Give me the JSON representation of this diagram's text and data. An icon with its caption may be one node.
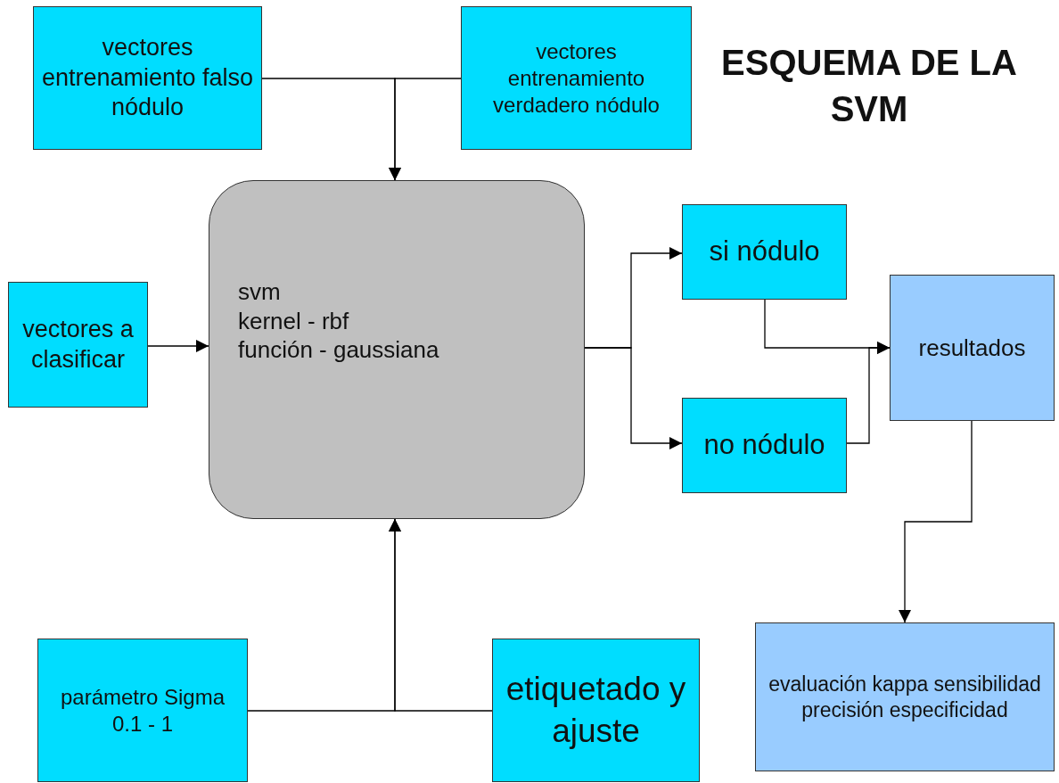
{
  "diagram": {
    "title": "ESQUEMA DE LA SVM",
    "nodes": [
      {
        "text": [
          "vectores entrenamiento falso nódulo"
        ]
      },
      {
        "text": [
          "vectores entrenamiento verdadero nódulo"
        ]
      },
      {
        "text": [
          "svm",
          "kernel - rbf",
          "función - gaussiana"
        ]
      },
      {
        "text": [
          "vectores a clasificar"
        ]
      },
      {
        "text": [
          "si nódulo"
        ]
      },
      {
        "text": [
          "no nódulo"
        ]
      },
      {
        "text": [
          "resultados"
        ]
      },
      {
        "text": [
          "evaluación kappa sensibilidad precisión especificidad"
        ]
      },
      {
        "text": [
          "parámetro Sigma 0.1 - 1"
        ]
      },
      {
        "text": [
          "etiquetado y ajuste"
        ]
      }
    ],
    "edges": [
      {
        "from": 0,
        "to": 2,
        "arrow": "to"
      },
      {
        "from": 1,
        "to": 2,
        "arrow": "to"
      },
      {
        "from": 3,
        "to": 2,
        "arrow": "to"
      },
      {
        "from": 2,
        "to": 4,
        "arrow": "to"
      },
      {
        "from": 2,
        "to": 5,
        "arrow": "to"
      },
      {
        "from": 4,
        "to": 6,
        "arrow": "to"
      },
      {
        "from": 5,
        "to": 6,
        "arrow": "to"
      },
      {
        "from": 6,
        "to": 7,
        "arrow": "to"
      },
      {
        "from": 8,
        "to": 2,
        "arrow": "to"
      },
      {
        "from": 9,
        "to": 2,
        "arrow": "to"
      }
    ]
  }
}
